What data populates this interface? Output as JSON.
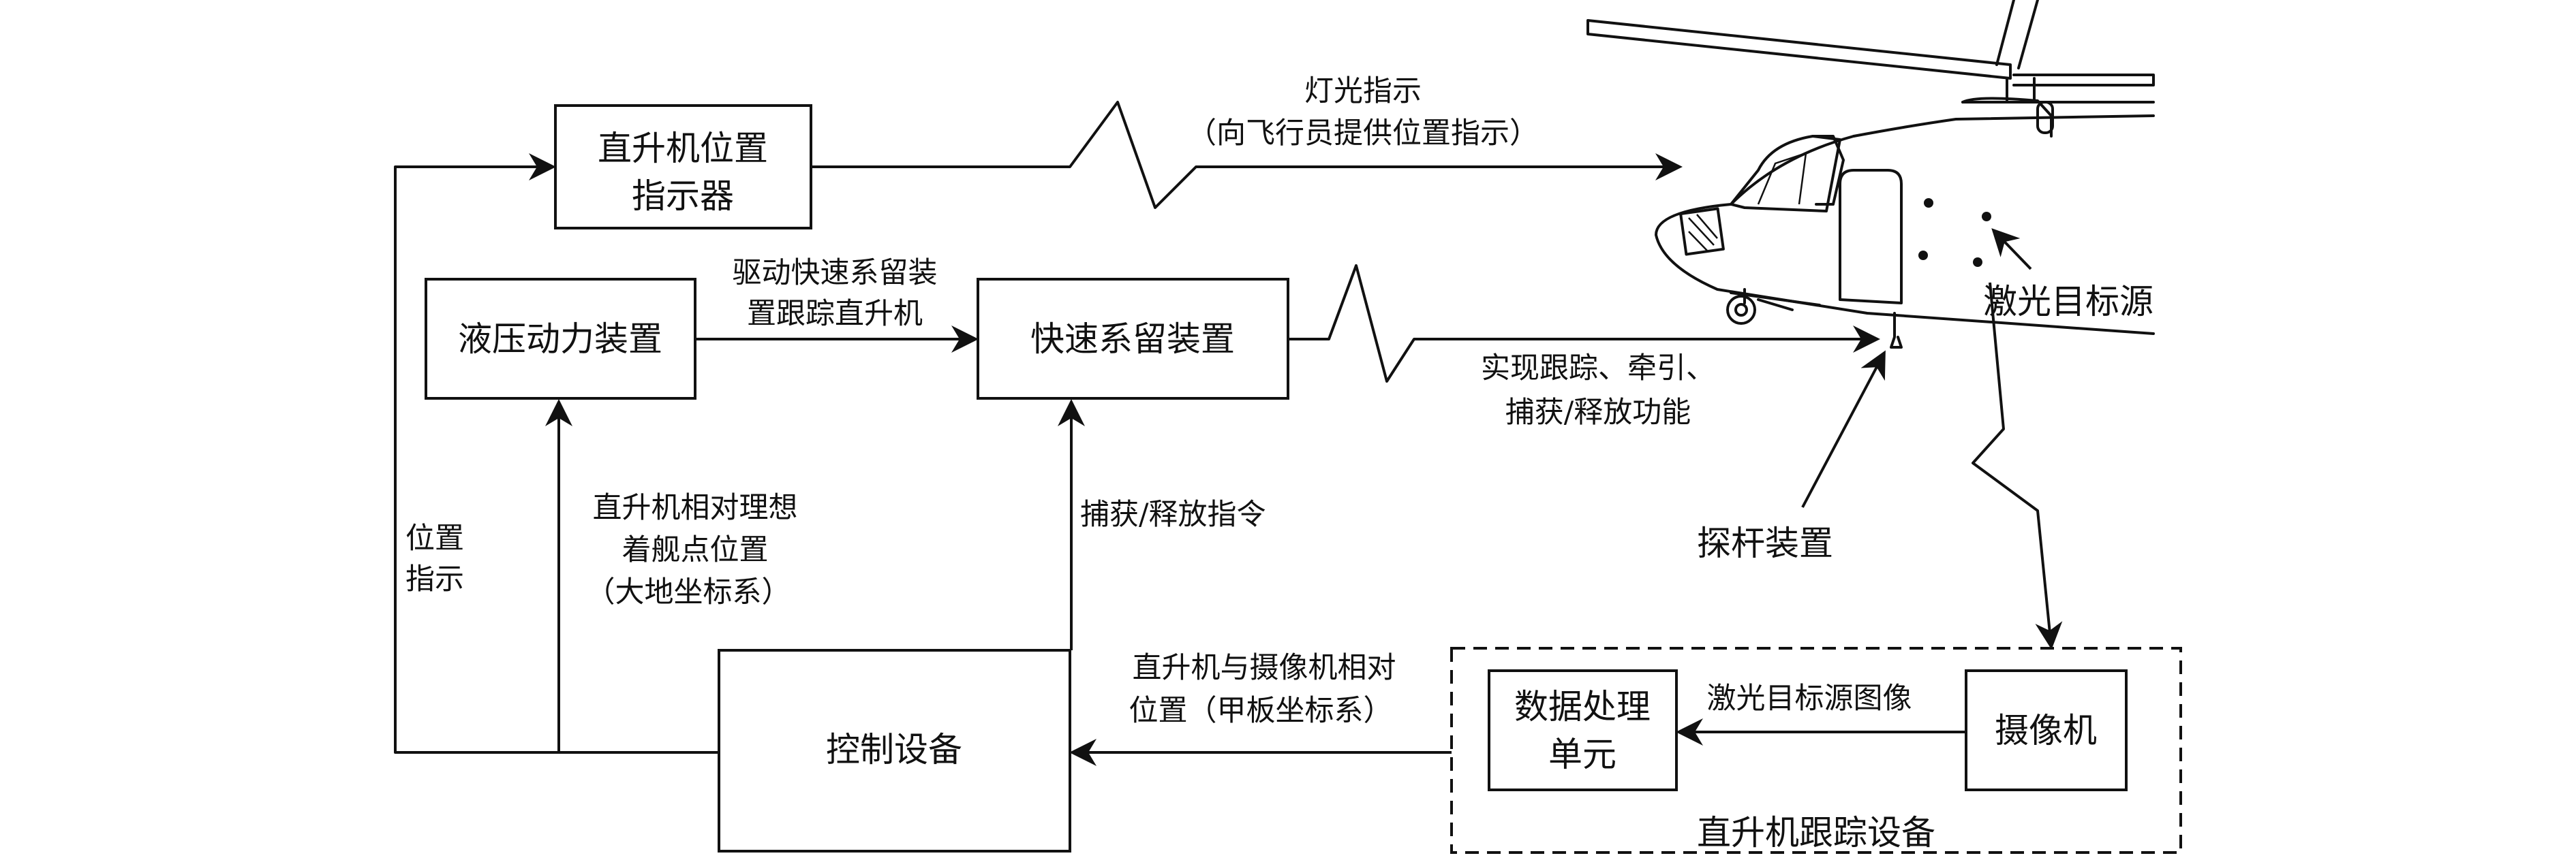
{
  "boxes": {
    "indicator_line1": "直升机位置",
    "indicator_line2": "指示器",
    "hydraulic": "液压动力装置",
    "rapid_securing": "快速系留装置",
    "controller": "控制设备",
    "data_proc_line1": "数据处理",
    "data_proc_line2": "单元",
    "camera": "摄像机"
  },
  "labels": {
    "light_line1": "灯光指示",
    "light_line2": "（向飞行员提供位置指示）",
    "drive_line1": "驱动快速系留装",
    "drive_line2": "置跟踪直升机",
    "function_line1": "实现跟踪、牵引、",
    "function_line2": "捕获/释放功能",
    "position_line1": "位置",
    "position_line2": "指示",
    "heli_rel_line1": "直升机相对理想",
    "heli_rel_line2": "着舰点位置",
    "heli_rel_line3": "（大地坐标系）",
    "capture_cmd": "捕获/释放指令",
    "cam_rel_line1": "直升机与摄像机相对",
    "cam_rel_line2": "位置（甲板坐标系）",
    "laser_image": "激光目标源图像",
    "tracking_device": "直升机跟踪设备",
    "laser_source": "激光目标源",
    "probe": "探杆装置"
  }
}
